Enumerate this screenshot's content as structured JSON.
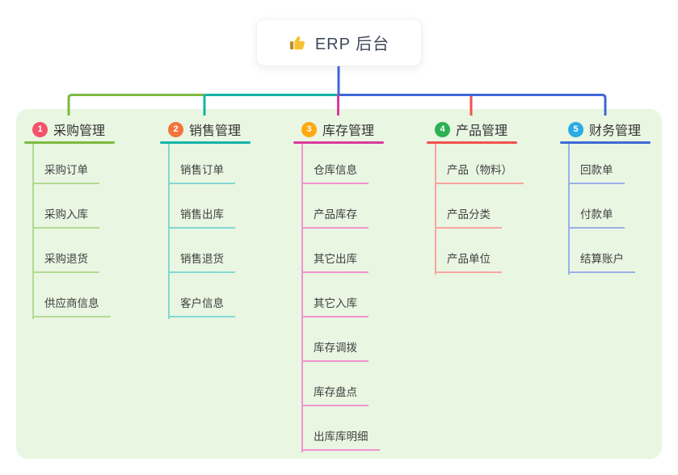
{
  "root": {
    "title": "ERP 后台",
    "icon": "thumbs-up-icon",
    "stem_color": "#3d68d6"
  },
  "panel": {
    "background": "#e9f6e2"
  },
  "branches": [
    {
      "index": "1",
      "label": "采购管理",
      "badge_color": "#f4516c",
      "line_color": "#7cba3f",
      "child_line_color": "#b3da91",
      "children": [
        "采购订单",
        "采购入库",
        "采购退货",
        "供应商信息"
      ]
    },
    {
      "index": "2",
      "label": "销售管理",
      "badge_color": "#f3743c",
      "line_color": "#14b3a9",
      "child_line_color": "#84d8d2",
      "children": [
        "销售订单",
        "销售出库",
        "销售退货",
        "客户信息"
      ]
    },
    {
      "index": "3",
      "label": "库存管理",
      "badge_color": "#ffa812",
      "line_color": "#d93a9e",
      "child_line_color": "#f193ce",
      "children": [
        "仓库信息",
        "产品库存",
        "其它出库",
        "其它入库",
        "库存调拨",
        "库存盘点",
        "出库库明细"
      ]
    },
    {
      "index": "4",
      "label": "产品管理",
      "badge_color": "#2cb153",
      "line_color": "#f2524e",
      "child_line_color": "#f8a5a1",
      "children": [
        "产品（物料）",
        "产品分类",
        "产品单位"
      ]
    },
    {
      "index": "5",
      "label": "财务管理",
      "badge_color": "#2aabe4",
      "line_color": "#3d68d6",
      "child_line_color": "#9cb0e8",
      "children": [
        "回款单",
        "付款单",
        "结算账户"
      ]
    }
  ]
}
